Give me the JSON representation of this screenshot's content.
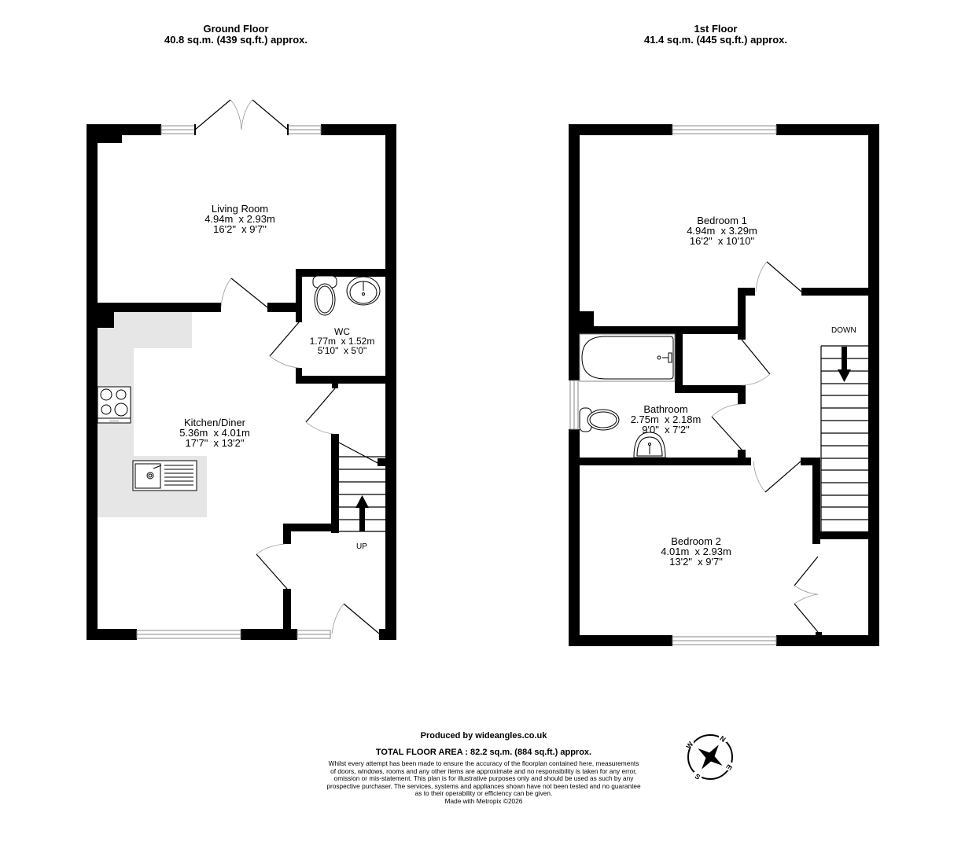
{
  "ground_floor": {
    "title": "Ground Floor",
    "area": "40.8 sq.m. (439 sq.ft.) approx.",
    "rooms": [
      {
        "name": "Living Room",
        "metric": "4.94m  x 2.93m",
        "imperial": "16'2\"  x 9'7\""
      },
      {
        "name": "WC",
        "metric": "1.77m  x 1.52m",
        "imperial": "5'10\"  x 5'0\""
      },
      {
        "name": "Kitchen/Diner",
        "metric": "5.36m  x 4.01m",
        "imperial": "17'7\"  x 13'2\""
      }
    ],
    "stairs_label": "UP"
  },
  "first_floor": {
    "title": "1st Floor",
    "area": "41.4 sq.m. (445 sq.ft.) approx.",
    "rooms": [
      {
        "name": "Bedroom 1",
        "metric": "4.94m  x 3.29m",
        "imperial": "16'2\"  x 10'10\""
      },
      {
        "name": "Bathroom",
        "metric": "2.75m  x 2.18m",
        "imperial": "9'0\"  x 7'2\""
      },
      {
        "name": "Bedroom 2",
        "metric": "4.01m  x 2.93m",
        "imperial": "13'2\"  x 9'7\""
      }
    ],
    "stairs_label": "DOWN"
  },
  "footer": {
    "produced_by": "Produced by wideangles.co.uk",
    "total_area": "TOTAL FLOOR AREA : 82.2 sq.m. (884 sq.ft.) approx.",
    "disclaimer_lines": [
      "Whilst every attempt has been made to ensure the accuracy of the floorplan contained here, measurements",
      "of doors, windows, rooms and any other items are approximate and no responsibility is taken for any error,",
      "omission or mis-statement. This plan is for illustrative purposes only and should be used as such by any",
      "prospective purchaser. The services, systems and appliances shown have not been tested and no guarantee",
      "as to their operability or efficiency can be given.",
      "Made with Metropix ©2026"
    ]
  },
  "compass": {
    "icon": "compass-rose-icon",
    "n": "N",
    "e": "E",
    "s": "S",
    "w": "W"
  },
  "colors": {
    "wall": "#000000",
    "kitchen_worktop": "#e6e6e6",
    "door_arc": "#999999",
    "background": "#ffffff"
  }
}
